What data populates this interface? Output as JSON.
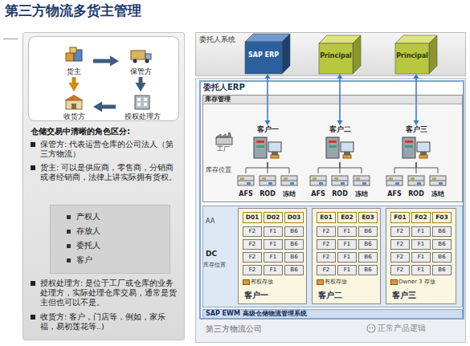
{
  "diagram": {
    "title": "第三方物流多货主管理",
    "nodes": [
      {
        "text": [
          "仓储交易中清晰的角色区分:",
          "保管方: 代表运营仓库的公司法人（第三方物流）",
          "货主: 可以是供应商，零售商，分销商或者经销商，法律上讲实际拥有货权。",
          "授权处理方: 是位于工厂或仓库的业务处理方，实际处理仓库交易，通常是货主但也可以不是。",
          "收货方: 客户，门店等，例如，家乐福，易初莲花等..)"
        ]
      },
      {
        "text": [
          "货主"
        ],
        "in": 0
      },
      {
        "text": [
          "保管方"
        ],
        "in": 0
      },
      {
        "text": [
          "收货方"
        ],
        "in": 0
      },
      {
        "text": [
          "授权处理方"
        ],
        "in": 0
      },
      {
        "text": [
          "产权人",
          "存放人",
          "委托人",
          "客户"
        ],
        "in": 0
      },
      {
        "text": [
          "委托人系统"
        ]
      },
      {
        "text": [
          "SAP ERP"
        ],
        "in": 6
      },
      {
        "text": [
          "Principal"
        ],
        "in": 6
      },
      {
        "text": [
          "Principal"
        ],
        "in": 6
      },
      {
        "text": [
          "第三方物流公司"
        ]
      },
      {
        "text": [
          "委托人ERP"
        ],
        "in": 10
      },
      {
        "text": [
          "库存管理"
        ],
        "in": 11
      },
      {
        "text": [
          "客户一"
        ],
        "in": 12
      },
      {
        "text": [
          "客户二"
        ],
        "in": 12
      },
      {
        "text": [
          "客户三"
        ],
        "in": 12
      },
      {
        "text": [
          "AFS"
        ],
        "in": 12
      },
      {
        "text": [
          "ROD"
        ],
        "in": 12
      },
      {
        "text": [
          "冻结"
        ],
        "in": 12
      },
      {
        "text": [
          "AFS"
        ],
        "in": 12
      },
      {
        "text": [
          "ROD"
        ],
        "in": 12
      },
      {
        "text": [
          "冻结"
        ],
        "in": 12
      },
      {
        "text": [
          "AFS"
        ],
        "in": 12
      },
      {
        "text": [
          "ROD"
        ],
        "in": 12
      },
      {
        "text": [
          "冻结"
        ],
        "in": 12
      },
      {
        "text": [
          "AA",
          "DC",
          "库存位置"
        ],
        "in": 11
      },
      {
        "text": [
          "有权存放",
          "客户一"
        ],
        "in": 25
      },
      {
        "text": [
          "有权存放",
          "客户二"
        ],
        "in": 25
      },
      {
        "text": [
          "Owner 3 存放",
          "客户三"
        ],
        "in": 25
      },
      {
        "text": [
          "SAP EWM 高级仓储物流管理系统"
        ],
        "in": 11
      }
    ],
    "edges": [
      {
        "from": 1,
        "to": 2,
        "arrow": "to"
      },
      {
        "from": 2,
        "to": 4,
        "arrow": "to"
      },
      {
        "from": 4,
        "to": 3,
        "arrow": "to"
      },
      {
        "from": 1,
        "to": 3,
        "arrow": "to"
      },
      {
        "from": 7,
        "to": 13,
        "arrow": "both"
      },
      {
        "from": 8,
        "to": 14,
        "arrow": "both"
      },
      {
        "from": 9,
        "to": 15,
        "arrow": "both"
      },
      {
        "from": 13,
        "to": 16,
        "arrow": "none"
      },
      {
        "from": 13,
        "to": 17,
        "arrow": "none"
      },
      {
        "from": 13,
        "to": 18,
        "arrow": "none"
      },
      {
        "from": 14,
        "to": 19,
        "arrow": "none"
      },
      {
        "from": 14,
        "to": 20,
        "arrow": "none"
      },
      {
        "from": 14,
        "to": 21,
        "arrow": "none"
      },
      {
        "from": 15,
        "to": 22,
        "arrow": "none"
      },
      {
        "from": 15,
        "to": 23,
        "arrow": "none"
      },
      {
        "from": 15,
        "to": 24,
        "arrow": "none"
      }
    ],
    "labels": [
      "工厂",
      "库存位置",
      "D01",
      "D02",
      "D03",
      "F2",
      "F1",
      "B6",
      "F2",
      "F1",
      "B6",
      "F2",
      "F1",
      "B6",
      "F2",
      "F1",
      "B6",
      "E01",
      "E02",
      "E03",
      "F2",
      "F1",
      "B6",
      "F2",
      "F1",
      "B6",
      "F2",
      "F1",
      "B6",
      "F2",
      "F1",
      "B6",
      "F01",
      "F02",
      "F03",
      "F2",
      "F1",
      "B6",
      "F2",
      "F1",
      "B6",
      "F2",
      "F1",
      "B6",
      "F2",
      "F1",
      "B6",
      "正常产品逻辑"
    ]
  }
}
